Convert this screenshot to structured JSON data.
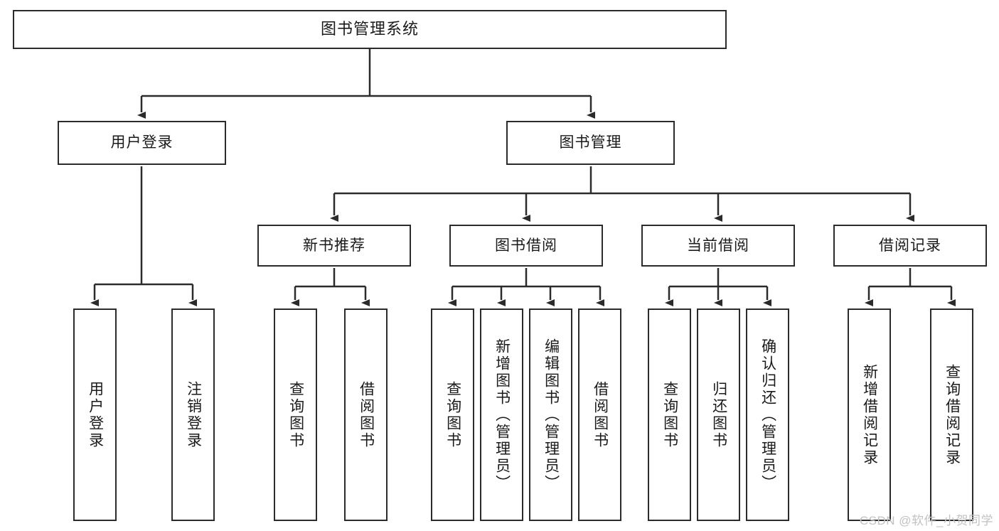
{
  "diagram": {
    "title_node": "图书管理系统",
    "watermark": "CSDN @软件_小贺同学",
    "colors": {
      "box_border": "#2b2b2b",
      "box_fill": "#ffffff",
      "edge": "#2b2b2b",
      "text": "#1a1a1a",
      "watermark": "#c2c2c2",
      "background": "#ffffff"
    },
    "levels": {
      "root": "图书管理系统",
      "level2": [
        "用户登录",
        "图书管理"
      ],
      "level3": [
        "新书推荐",
        "图书借阅",
        "当前借阅",
        "借阅记录"
      ]
    },
    "nodes": {
      "root": {
        "label": "图书管理系统"
      },
      "user_login": {
        "label": "用户登录"
      },
      "book_manage": {
        "label": "图书管理"
      },
      "new_book_rec": {
        "label": "新书推荐"
      },
      "book_borrow": {
        "label": "图书借阅"
      },
      "current_borrow": {
        "label": "当前借阅"
      },
      "borrow_record": {
        "label": "借阅记录"
      },
      "leaf_user_login": {
        "label": "用户登录"
      },
      "leaf_logout": {
        "label": "注销登录"
      },
      "leaf_query_book_1": {
        "label": "查询图书"
      },
      "leaf_borrow_book_1": {
        "label": "借阅图书"
      },
      "leaf_query_book_2": {
        "label": "查询图书"
      },
      "leaf_add_book": {
        "label": "新增图书（管理员）"
      },
      "leaf_edit_book": {
        "label": "编辑图书（管理员）"
      },
      "leaf_borrow_book_2": {
        "label": "借阅图书"
      },
      "leaf_query_book_3": {
        "label": "查询图书"
      },
      "leaf_return_book": {
        "label": "归还图书"
      },
      "leaf_confirm_return": {
        "label": "确认归还（管理员）"
      },
      "leaf_add_record": {
        "label": "新增借阅记录"
      },
      "leaf_query_record": {
        "label": "查询借阅记录"
      }
    },
    "tree": [
      {
        "id": "root",
        "label": "图书管理系统",
        "children": [
          {
            "id": "user_login",
            "label": "用户登录",
            "children": [
              {
                "id": "leaf_user_login",
                "label": "用户登录"
              },
              {
                "id": "leaf_logout",
                "label": "注销登录"
              }
            ]
          },
          {
            "id": "book_manage",
            "label": "图书管理",
            "children": [
              {
                "id": "new_book_rec",
                "label": "新书推荐",
                "children": [
                  {
                    "id": "leaf_query_book_1",
                    "label": "查询图书"
                  },
                  {
                    "id": "leaf_borrow_book_1",
                    "label": "借阅图书"
                  }
                ]
              },
              {
                "id": "book_borrow",
                "label": "图书借阅",
                "children": [
                  {
                    "id": "leaf_query_book_2",
                    "label": "查询图书"
                  },
                  {
                    "id": "leaf_add_book",
                    "label": "新增图书（管理员）"
                  },
                  {
                    "id": "leaf_edit_book",
                    "label": "编辑图书（管理员）"
                  },
                  {
                    "id": "leaf_borrow_book_2",
                    "label": "借阅图书"
                  }
                ]
              },
              {
                "id": "current_borrow",
                "label": "当前借阅",
                "children": [
                  {
                    "id": "leaf_query_book_3",
                    "label": "查询图书"
                  },
                  {
                    "id": "leaf_return_book",
                    "label": "归还图书"
                  },
                  {
                    "id": "leaf_confirm_return",
                    "label": "确认归还（管理员）"
                  }
                ]
              },
              {
                "id": "borrow_record",
                "label": "借阅记录",
                "children": [
                  {
                    "id": "leaf_add_record",
                    "label": "新增借阅记录"
                  },
                  {
                    "id": "leaf_query_record",
                    "label": "查询借阅记录"
                  }
                ]
              }
            ]
          }
        ]
      }
    ]
  }
}
